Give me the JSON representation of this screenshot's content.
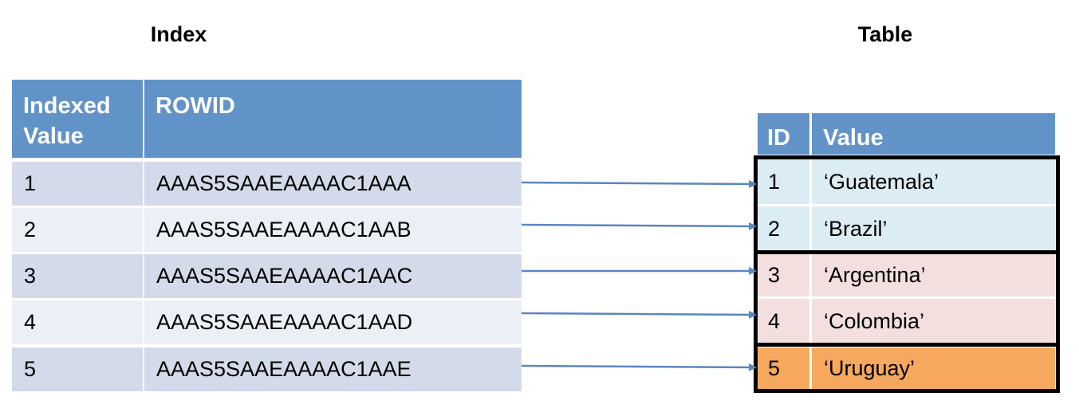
{
  "index": {
    "title": "Index",
    "headers": [
      "Indexed\nValue",
      "ROWID"
    ],
    "rows": [
      {
        "value": "1",
        "rowid": "AAAS5SAAEAAAAC1AAA"
      },
      {
        "value": "2",
        "rowid": "AAAS5SAAEAAAAC1AAB"
      },
      {
        "value": "3",
        "rowid": "AAAS5SAAEAAAAC1AAC"
      },
      {
        "value": "4",
        "rowid": "AAAS5SAAEAAAAC1AAD"
      },
      {
        "value": "5",
        "rowid": "AAAS5SAAEAAAAC1AAE"
      }
    ]
  },
  "table": {
    "title": "Table",
    "headers": [
      "ID",
      "Value"
    ],
    "rows": [
      {
        "id": "1",
        "value": "‘Guatemala’"
      },
      {
        "id": "2",
        "value": "‘Brazil’"
      },
      {
        "id": "3",
        "value": "‘Argentina’"
      },
      {
        "id": "4",
        "value": "‘Colombia’"
      },
      {
        "id": "5",
        "value": "‘Uruguay’"
      }
    ]
  },
  "colors": {
    "header": "#6293c8",
    "arrow": "#5b86bf",
    "index_row_odd": "#d3dbea",
    "index_row_even": "#ebeff6",
    "table_block_1": "#dcecf4",
    "table_block_2": "#f3e0de",
    "table_block_3": "#f6a85e"
  }
}
